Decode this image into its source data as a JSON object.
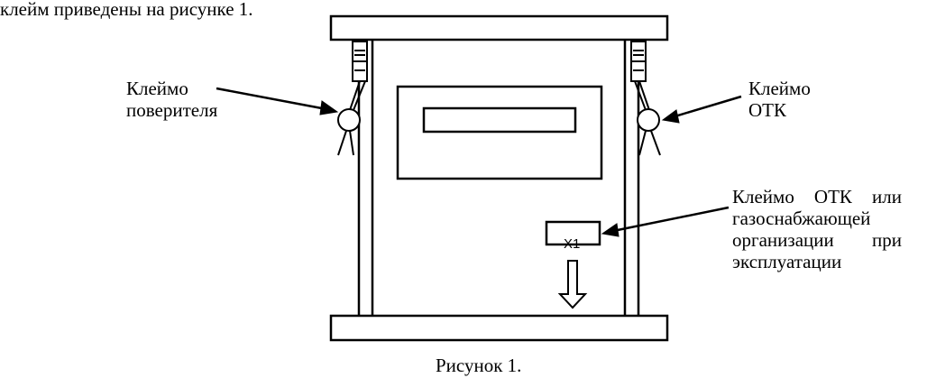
{
  "intro_text": "клейм приведены на рисунке 1.",
  "labels": {
    "left_line1": "Клеймо",
    "left_line2": "поверителя",
    "right_line1": "Клеймо",
    "right_line2": "ОТК",
    "bottom_line1": "Клеймо ОТК или",
    "bottom_line2": "газоснабжающей",
    "bottom_line3": "организации при",
    "bottom_line4": "эксплуатации",
    "marker": "X1"
  },
  "caption": "Рисунок 1.",
  "colors": {
    "stroke": "#000000",
    "background": "#ffffff"
  }
}
